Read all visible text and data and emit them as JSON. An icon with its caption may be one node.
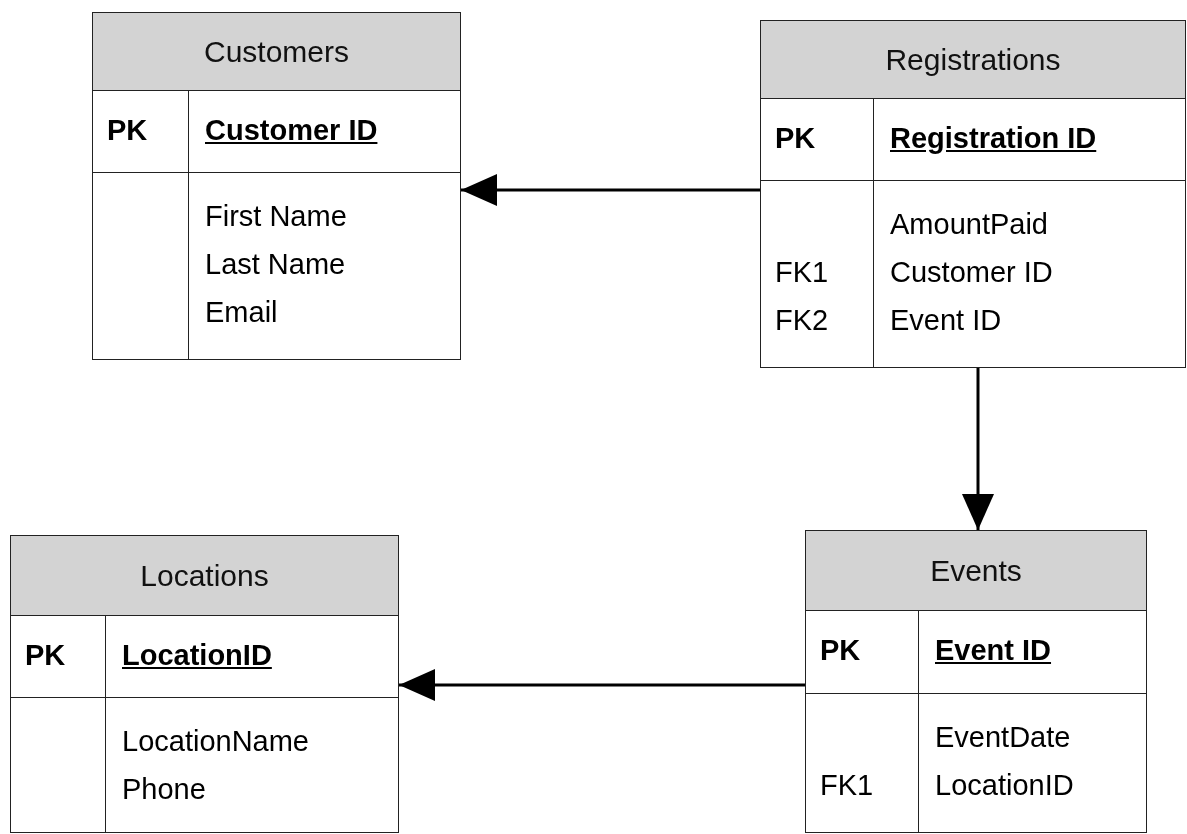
{
  "diagram": {
    "nodes": [
      {
        "text": [
          "Customers",
          "PK",
          "Customer ID",
          "First Name",
          "Last Name",
          "Email"
        ]
      },
      {
        "text": [
          "Registrations",
          "PK",
          "Registration ID",
          "AmountPaid",
          "FK1",
          "Customer ID",
          "FK2",
          "Event ID"
        ]
      },
      {
        "text": [
          "Locations",
          "PK",
          "LocationID",
          "LocationName",
          "Phone"
        ]
      },
      {
        "text": [
          "Events",
          "PK",
          "Event ID",
          "EventDate",
          "FK1",
          "LocationID"
        ]
      }
    ],
    "edges": [
      {
        "from": 1,
        "to": 0,
        "arrow": "to"
      },
      {
        "from": 1,
        "to": 3,
        "arrow": "to"
      },
      {
        "from": 3,
        "to": 2,
        "arrow": "to"
      }
    ]
  }
}
